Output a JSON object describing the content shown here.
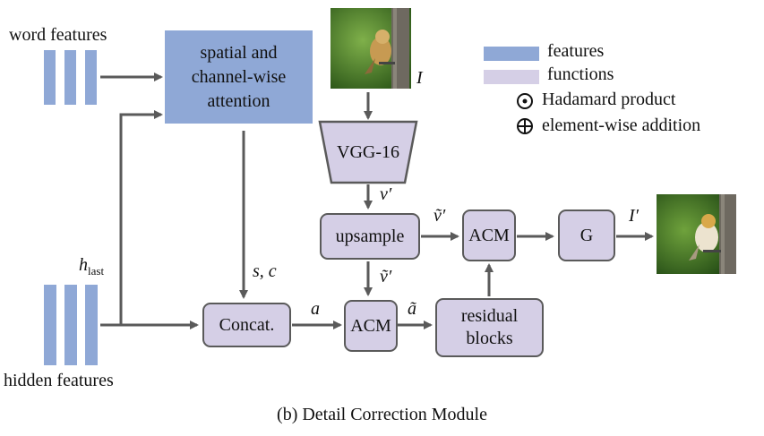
{
  "labels": {
    "word_features": "word features",
    "hidden_features": "hidden features",
    "h_last_base": "h",
    "h_last_sub": "last",
    "I": "I",
    "I_prime": "I′",
    "v_prime": "v′",
    "v_tilde_prime_right": "ṽ′",
    "v_tilde_prime_down": "ṽ′",
    "s_c": "s, c",
    "a": "a",
    "a_tilde": "ã"
  },
  "boxes": {
    "attention": "spatial and channel-wise attention",
    "vgg": "VGG-16",
    "upsample": "upsample",
    "acm_top": "ACM",
    "g": "G",
    "concat": "Concat.",
    "acm_bottom": "ACM",
    "residual": "residual blocks"
  },
  "legend": {
    "features": "features",
    "functions": "functions",
    "hadamard": "Hadamard product",
    "addition": "element-wise addition"
  },
  "caption": "(b) Detail Correction Module",
  "colors": {
    "feature": "#8fa8d6",
    "function": "#d5cfe6",
    "arrow": "#5a5a5a"
  }
}
